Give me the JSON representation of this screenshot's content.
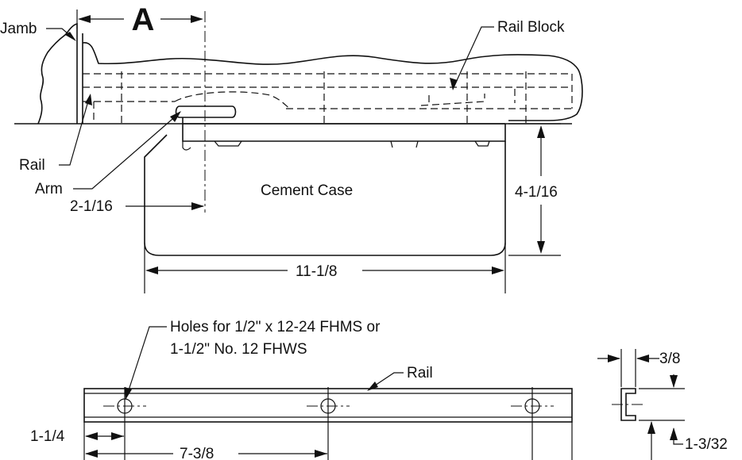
{
  "labels": {
    "dim_a": "A",
    "jamb": "Jamb",
    "rail_block": "Rail Block",
    "rail_top": "Rail",
    "arm": "Arm",
    "cement_case": "Cement Case",
    "dim_2_1_16": "2-1/16",
    "dim_4_1_16": "4-1/16",
    "dim_11_1_8": "11-1/8",
    "holes_line1": "Holes for 1/2\" x 12-24 FHMS or",
    "holes_line2": "1-1/2\" No. 12 FHWS",
    "rail_bottom": "Rail",
    "dim_1_1_4": "1-1/4",
    "dim_7_3_8": "7-3/8",
    "dim_3_8": "3/8",
    "dim_1_3_32": "1-3/32"
  }
}
